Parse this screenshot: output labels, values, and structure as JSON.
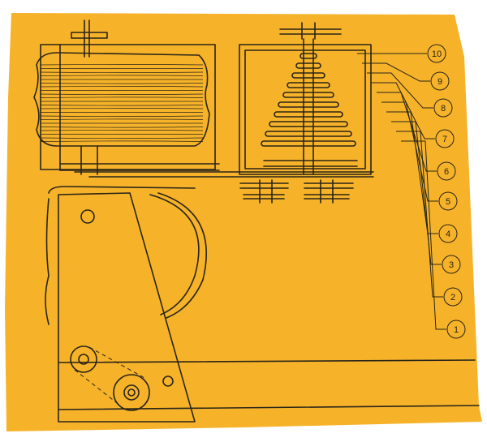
{
  "paper_color": "#f6b32a",
  "ink_color": "#2a2418",
  "callouts": [
    {
      "label": "10"
    },
    {
      "label": "9"
    },
    {
      "label": "8"
    },
    {
      "label": "7"
    },
    {
      "label": "6"
    },
    {
      "label": "5"
    },
    {
      "label": "4"
    },
    {
      "label": "3"
    },
    {
      "label": "2"
    },
    {
      "label": "1"
    }
  ]
}
